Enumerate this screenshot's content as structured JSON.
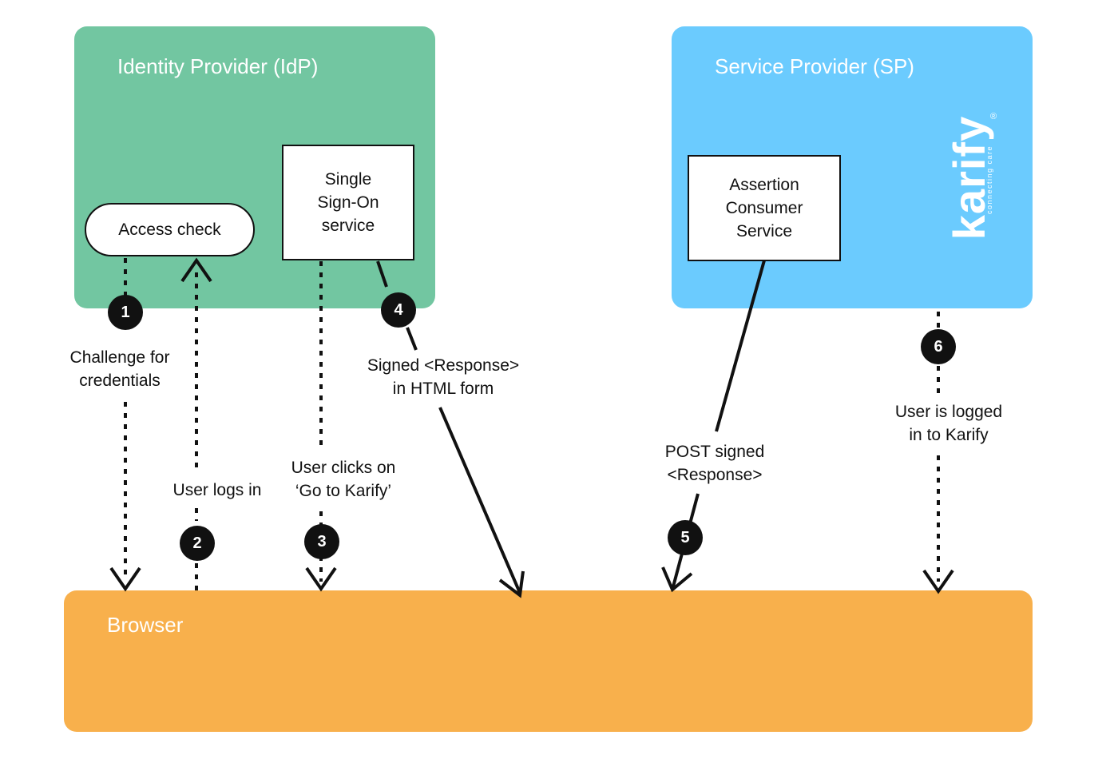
{
  "idp": {
    "title": "Identity Provider (IdP)"
  },
  "sp": {
    "title": "Service Provider (SP)"
  },
  "browser": {
    "title": "Browser"
  },
  "boxes": {
    "access_check": "Access check",
    "sso": "Single\nSign-On\nservice",
    "acs": "Assertion\nConsumer\nService"
  },
  "logo": {
    "name": "karify",
    "tagline": "connecting care",
    "mark": "®"
  },
  "steps": [
    {
      "number": "1",
      "label": "Challenge for\ncredentials"
    },
    {
      "number": "2",
      "label": "User logs in"
    },
    {
      "number": "3",
      "label": "User clicks on\n‘Go to Karify’"
    },
    {
      "number": "4",
      "label": "Signed <Response>\nin HTML form"
    },
    {
      "number": "5",
      "label": "POST signed\n<Response>"
    },
    {
      "number": "6",
      "label": "User is logged\nin to Karify"
    }
  ],
  "colors": {
    "idp": "#72c6a1",
    "sp": "#6bcbfe",
    "browser": "#f8b04c",
    "line": "#111111"
  }
}
